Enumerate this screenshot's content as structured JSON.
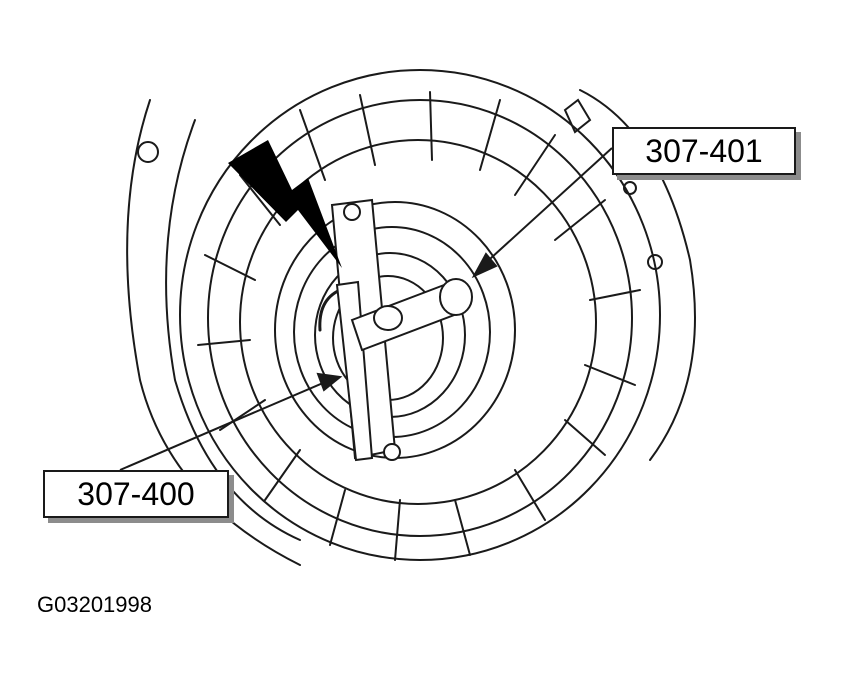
{
  "callouts": {
    "tool_401": "307-401",
    "tool_400": "307-400"
  },
  "figure_id": "G03201998",
  "colors": {
    "ink": "#1a1a1a",
    "shadow": "#8c8c8c",
    "background": "#ffffff"
  }
}
